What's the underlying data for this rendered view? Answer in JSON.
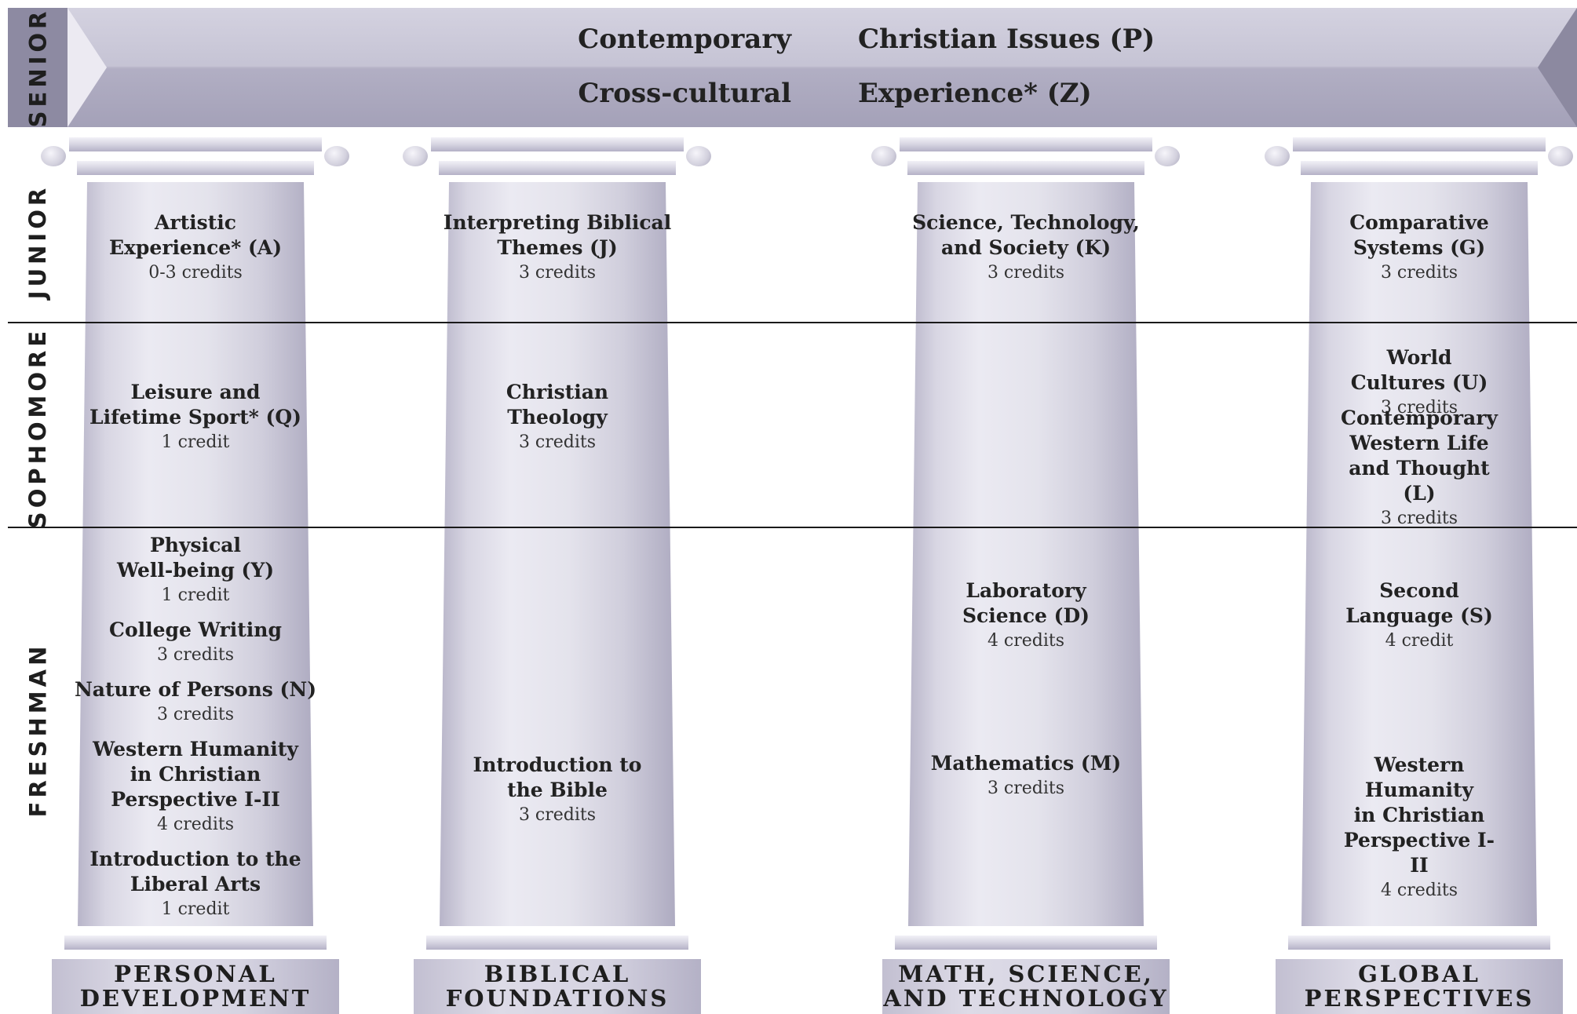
{
  "years": {
    "senior": "SENIOR",
    "junior": "JUNIOR",
    "sophomore": "SOPHOMORE",
    "freshman": "FRESHMAN"
  },
  "senior_banner": {
    "row1_left": "Contemporary",
    "row1_right": "Christian Issues (P)",
    "row2_left": "Cross-cultural",
    "row2_right": "Experience* (Z)"
  },
  "pillars": [
    {
      "label": "PERSONAL\nDEVELOPMENT",
      "courses": [
        {
          "title": "Artistic\nExperience* (A)",
          "credits": "0-3 credits"
        },
        {
          "title": "Leisure and\nLifetime Sport* (Q)",
          "credits": "1 credit"
        },
        {
          "title": "Physical\nWell-being (Y)",
          "credits": "1 credit"
        },
        {
          "title": "College Writing",
          "credits": "3 credits"
        },
        {
          "title": "Nature of Persons (N)",
          "credits": "3 credits"
        },
        {
          "title": "Western Humanity\nin Christian\nPerspective I-II",
          "credits": "4 credits"
        },
        {
          "title": "Introduction to the\nLiberal Arts",
          "credits": "1 credit"
        }
      ]
    },
    {
      "label": "BIBLICAL\nFOUNDATIONS",
      "courses": [
        {
          "title": "Interpreting Biblical\nThemes (J)",
          "credits": "3 credits"
        },
        {
          "title": "Christian\nTheology",
          "credits": "3 credits"
        },
        {
          "title": "Introduction to\nthe Bible",
          "credits": "3 credits"
        }
      ]
    },
    {
      "label": "MATH, SCIENCE,\nAND TECHNOLOGY",
      "courses": [
        {
          "title": "Science, Technology,\nand Society (K)",
          "credits": "3 credits"
        },
        {
          "title": "Laboratory\nScience (D)",
          "credits": "4 credits"
        },
        {
          "title": "Mathematics (M)",
          "credits": "3 credits"
        }
      ]
    },
    {
      "label": "GLOBAL\nPERSPECTIVES",
      "courses": [
        {
          "title": "Comparative\nSystems (G)",
          "credits": "3 credits"
        },
        {
          "title": "World Cultures (U)",
          "credits": "3 credits"
        },
        {
          "title": "Contemporary\nWestern Life\nand Thought (L)",
          "credits": "3 credits"
        },
        {
          "title": "Second\nLanguage (S)",
          "credits": "4 credit"
        },
        {
          "title": "Western Humanity\nin Christian\nPerspective I-II",
          "credits": "4 credits"
        }
      ]
    }
  ]
}
